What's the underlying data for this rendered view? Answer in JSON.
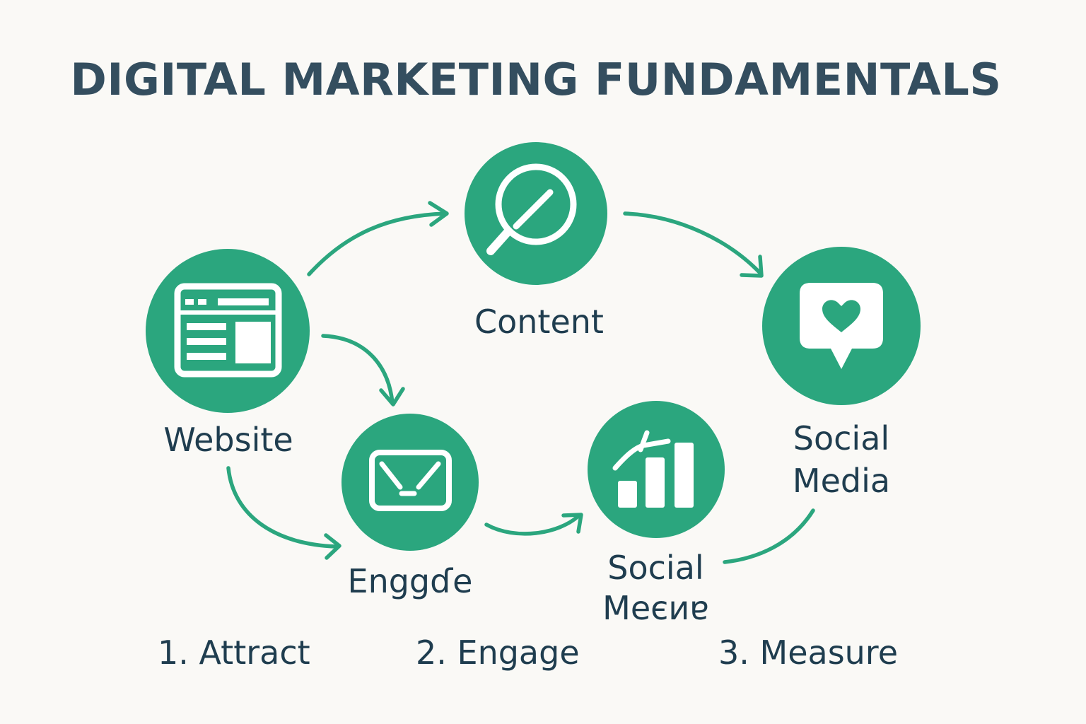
{
  "title": "DIGITAL MARKETING FUNDAMENTALS",
  "colors": {
    "background": "#FAF9F6",
    "accent_green": "#2BA67E",
    "text_navy": "#1F3D4F",
    "title_navy": "#344E5F",
    "icon_white": "#FFFFFF"
  },
  "nodes": [
    {
      "id": "website",
      "label": "Website",
      "icon": "browser-window-icon"
    },
    {
      "id": "content",
      "label": "Content",
      "icon": "magnifier-icon"
    },
    {
      "id": "social-media-top",
      "label_line1": "Social",
      "label_line2": "Media",
      "icon": "heart-speech-bubble-icon"
    },
    {
      "id": "engage-node",
      "label": "Enggɗe",
      "icon": "envelope-icon"
    },
    {
      "id": "social-media-bottom",
      "label_line1": "Social",
      "label_line2": "Meєиɐ",
      "icon": "bar-chart-growth-icon"
    }
  ],
  "steps": [
    "1. Attract",
    "2. Engage",
    "3. Measure"
  ]
}
